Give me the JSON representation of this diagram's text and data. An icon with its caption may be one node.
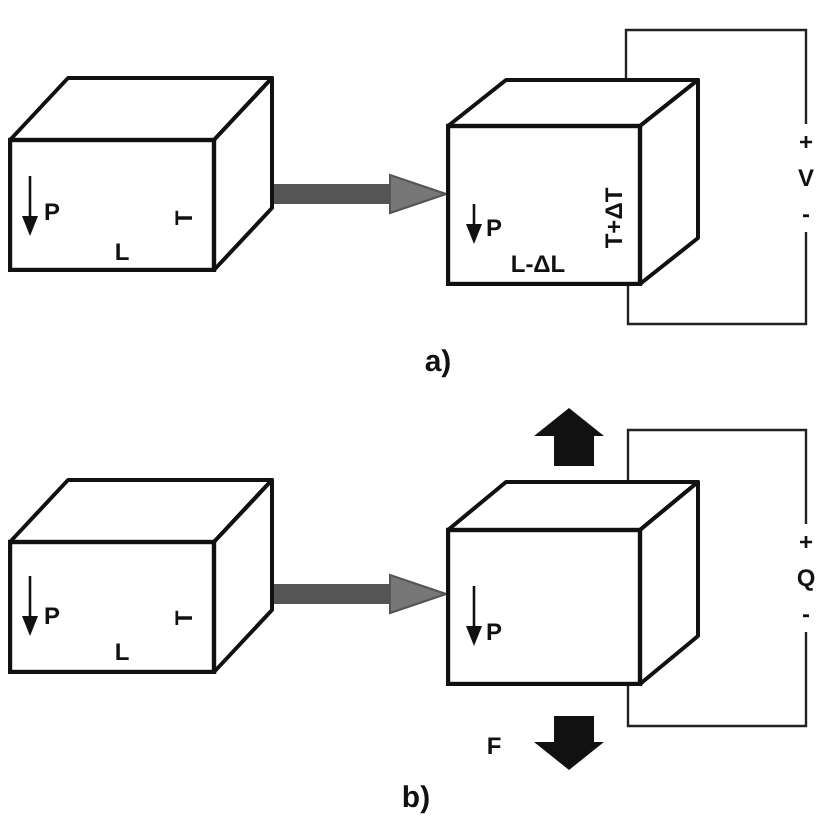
{
  "diagram": {
    "nodes": [
      {
        "text": [
          "P",
          "T",
          "L"
        ]
      },
      {
        "text": [
          "P",
          "T+ΔT",
          "L-ΔL"
        ]
      },
      {
        "text": [
          "+ V -"
        ]
      },
      {
        "text": [
          "P",
          "T",
          "L"
        ]
      },
      {
        "text": [
          "P"
        ]
      },
      {
        "text": [
          "+ Q -"
        ]
      }
    ],
    "edges": [
      {
        "from": 0,
        "to": 1,
        "arrow": "to",
        "style": "thick",
        "color": "#555555"
      },
      {
        "from": 1,
        "to": 2,
        "arrow": "none"
      },
      {
        "from": 2,
        "to": 1,
        "arrow": "none"
      },
      {
        "from": 3,
        "to": 4,
        "arrow": "to",
        "style": "thick",
        "color": "#555555"
      },
      {
        "from": 4,
        "to": 5,
        "arrow": "none"
      },
      {
        "from": 5,
        "to": 4,
        "arrow": "none"
      }
    ],
    "labels": [
      "a)",
      "F",
      "b)"
    ]
  }
}
